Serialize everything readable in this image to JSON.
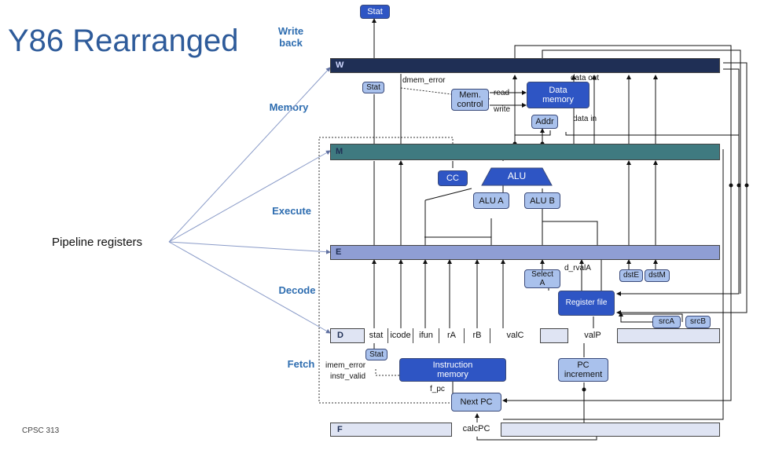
{
  "title": "Y86 Rearranged",
  "stages": {
    "writeback": "Write\nback",
    "memory": "Memory",
    "execute": "Execute",
    "decode": "Decode",
    "fetch": "Fetch"
  },
  "pipeline_label": "Pipeline registers",
  "footer": "CPSC 313",
  "registers": {
    "W": "W",
    "M": "M",
    "E": "E",
    "D": "D",
    "F": "F"
  },
  "d_fields": [
    "stat",
    "icode",
    "ifun",
    "rA",
    "rB",
    "valC",
    "valP"
  ],
  "f_fields": [
    "calcPC"
  ],
  "blocks": {
    "stat_top": "Stat",
    "stat_mem": "Stat",
    "data_memory": "Data\nmemory",
    "mem_control": "Mem.\ncontrol",
    "addr": "Addr",
    "cc": "CC",
    "alu": "ALU",
    "alu_a": "ALU A",
    "alu_b": "ALU B",
    "select_a": "Select\nA",
    "register_file": "Register file",
    "dstE": "dstE",
    "dstM": "dstM",
    "srcA": "srcA",
    "srcB": "srcB",
    "stat_fetch": "Stat",
    "instruction_memory": "Instruction\nmemory",
    "pc_increment": "PC\nincrement",
    "next_pc": "Next PC"
  },
  "signals": {
    "dmem_error": "dmem_error",
    "data_out": "data out",
    "read": "read",
    "write": "write",
    "data_in": "data in",
    "d_rvalA": "d_rvalA",
    "imem_error": "imem_error",
    "instr_valid": "instr_valid",
    "f_pc": "f_pc"
  },
  "colors": {
    "w_bar": "#1f2f55",
    "m_bar": "#3f7a80",
    "e_bar": "#8f9ed4",
    "d_bar": "#dfe4f3",
    "f_bar": "#dfe4f3",
    "dark_block": "#2e55c4",
    "light_block": "#a9c1ec"
  }
}
